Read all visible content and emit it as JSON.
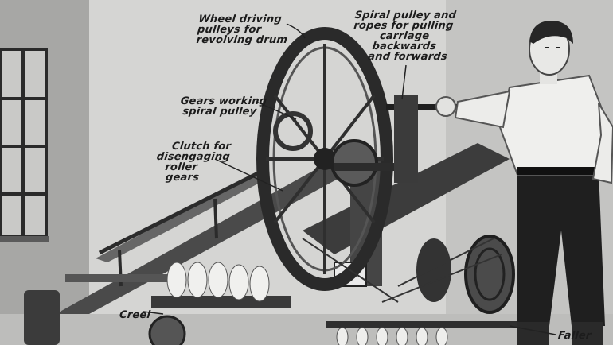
{
  "labels": {
    "wheel": [
      "Wheel driving",
      "pulleys for",
      "revolving drum"
    ],
    "spiral": [
      "Spiral pulley and",
      "ropes for pulling",
      "carriage",
      "backwards",
      "and forwards"
    ],
    "gears": [
      "Gears working",
      "spiral pulley"
    ],
    "clutch": [
      "Clutch for",
      "disengaging",
      "roller",
      "gears"
    ],
    "creel": "Creel",
    "faller": "Faller"
  },
  "colors": {
    "background": "#d9d9d7",
    "ink": "#1c1c1c",
    "wall": "#a9a9a7",
    "wood": "#3a3a3a",
    "trousers": "#1e1e1e",
    "shirt": "#eeeeec"
  }
}
